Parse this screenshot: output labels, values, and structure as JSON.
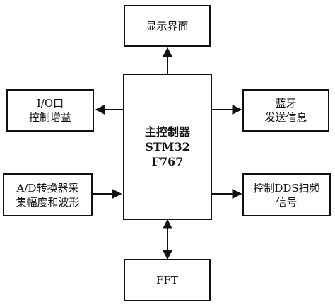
{
  "diagram": {
    "display": "显示界面",
    "io": {
      "line1": "I/O口",
      "line2": "控制增益"
    },
    "ad": {
      "line1": "A/D转换器采",
      "line2": "集幅度和波形"
    },
    "bluetooth": {
      "line1": "蓝牙",
      "line2": "发送信息"
    },
    "dds": {
      "line1": "控制DDS扫频",
      "line2": "信号"
    },
    "fft": "FFT",
    "controller": {
      "line1": "主控制器",
      "line2": "STM32",
      "line3": "F767"
    }
  }
}
